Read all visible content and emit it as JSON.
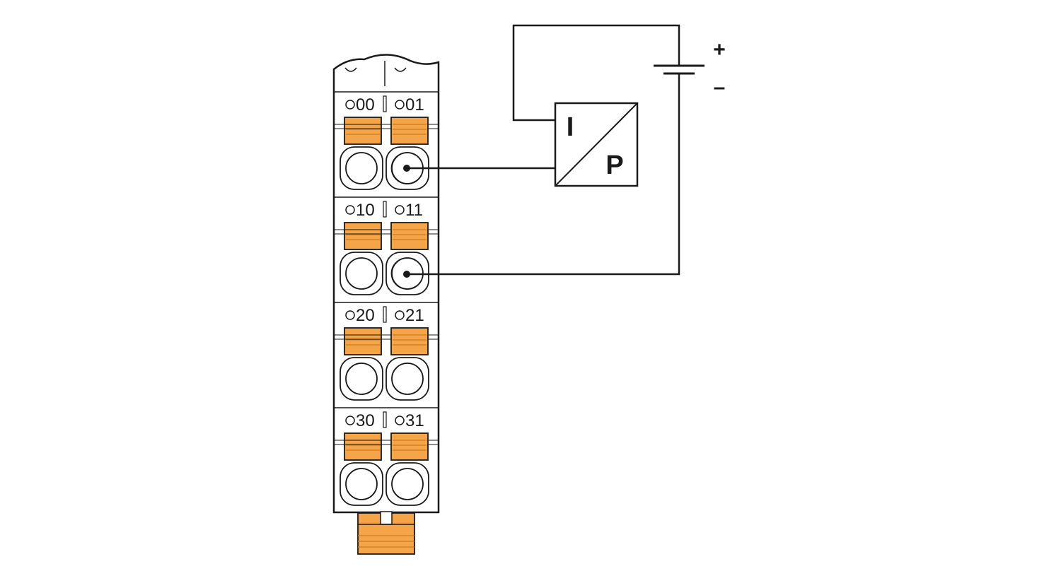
{
  "colors": {
    "line": "#1a1a1a",
    "orange": "#f5a548",
    "orange_line": "#c97a22",
    "fill": "#ffffff"
  },
  "terminal_block": {
    "rows": [
      {
        "left_label": "00",
        "right_label": "01",
        "right_connected": true
      },
      {
        "left_label": "10",
        "right_label": "11",
        "right_connected": true
      },
      {
        "left_label": "20",
        "right_label": "21",
        "right_connected": false
      },
      {
        "left_label": "30",
        "right_label": "31",
        "right_connected": false
      }
    ]
  },
  "converter": {
    "input_label": "I",
    "output_label": "P"
  },
  "power_supply": {
    "plus_label": "+",
    "minus_label": "–"
  }
}
